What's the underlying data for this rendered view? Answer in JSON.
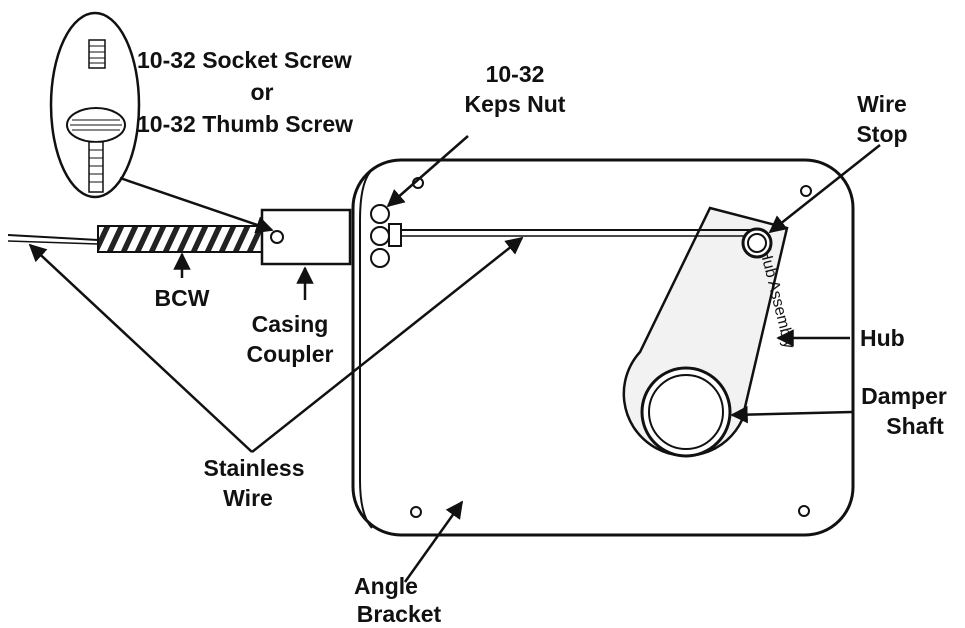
{
  "labels": {
    "socket_screw": "10-32 Socket Screw",
    "or": "or",
    "thumb_screw": "10-32 Thumb Screw",
    "keps_nut_line1": "10-32",
    "keps_nut_line2": "Keps Nut",
    "wire_stop_line1": "Wire",
    "wire_stop_line2": "Stop",
    "bcw": "BCW",
    "casing_coupler_line1": "Casing",
    "casing_coupler_line2": "Coupler",
    "hub": "Hub",
    "damper_shaft_line1": "Damper",
    "damper_shaft_line2": "Shaft",
    "stainless_wire_line1": "Stainless",
    "stainless_wire_line2": "Wire",
    "angle_bracket_line1": "Angle",
    "angle_bracket_line2": "Bracket",
    "hub_assembly": "Hub Assembly"
  },
  "colors": {
    "ink": "#111111",
    "paper": "#ffffff",
    "hatch": "#222222",
    "hub_fill": "#f2f2f2"
  }
}
